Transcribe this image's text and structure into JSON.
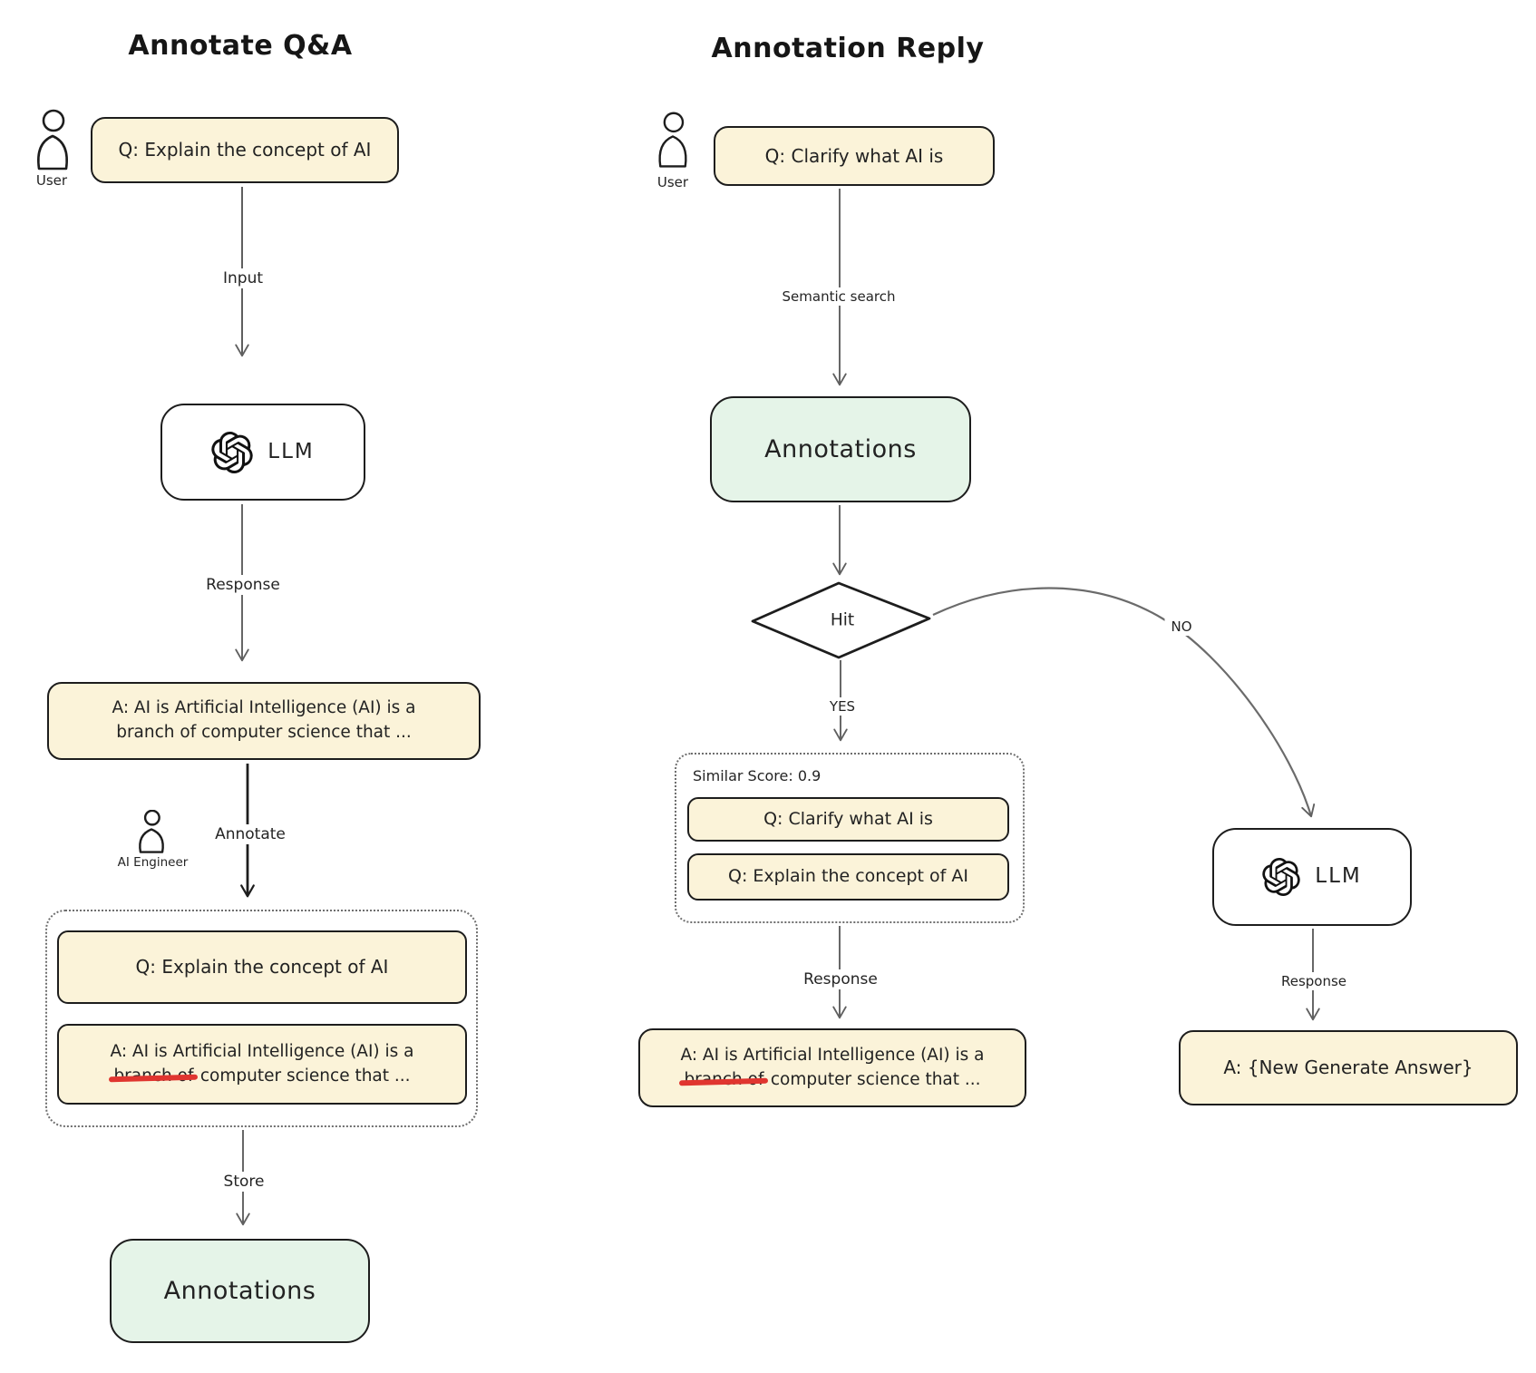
{
  "left": {
    "title": "Annotate Q&A",
    "user_label": "User",
    "question_box": "Q: Explain the concept of AI",
    "input_label": "Input",
    "llm_label": "LLM",
    "response_label": "Response",
    "answer_line1": "A: AI is Artificial Intelligence (AI) is a",
    "answer_line2": "branch of computer science that ...",
    "annotate_label": "Annotate",
    "engineer_label": "AI Engineer",
    "annotated_question": "Q: Explain the concept of AI",
    "annotated_answer_line1": "A: AI is Artificial Intelligence (AI) is a",
    "annotated_answer_struck": "branch of",
    "annotated_answer_suffix": "computer science that ...",
    "store_label": "Store",
    "annotations_label": "Annotations"
  },
  "right": {
    "title": "Annotation Reply",
    "user_label": "User",
    "question_box": "Q: Clarify what AI is",
    "semantic_label": "Semantic search",
    "annotations_label": "Annotations",
    "hit_label": "Hit",
    "yes_label": "YES",
    "no_label": "NO",
    "similar_score": "Similar Score: 0.9",
    "match_question1": "Q: Clarify what AI is",
    "match_question2": "Q: Explain the concept of AI",
    "response_label": "Response",
    "answer_line1": "A: AI is Artificial Intelligence (AI) is a",
    "answer_struck": "branch of",
    "answer_suffix": "computer science that ...",
    "llm_label": "LLM",
    "llm_response_label": "Response",
    "new_answer_box": "A: {New Generate Answer}"
  },
  "colors": {
    "yellow_fill": "#FBF3D9",
    "green_fill": "#E5F4E8",
    "stroke": "#1d1d1d",
    "arrow_gray": "#5f5f5f",
    "strike_red": "#E0352F"
  }
}
